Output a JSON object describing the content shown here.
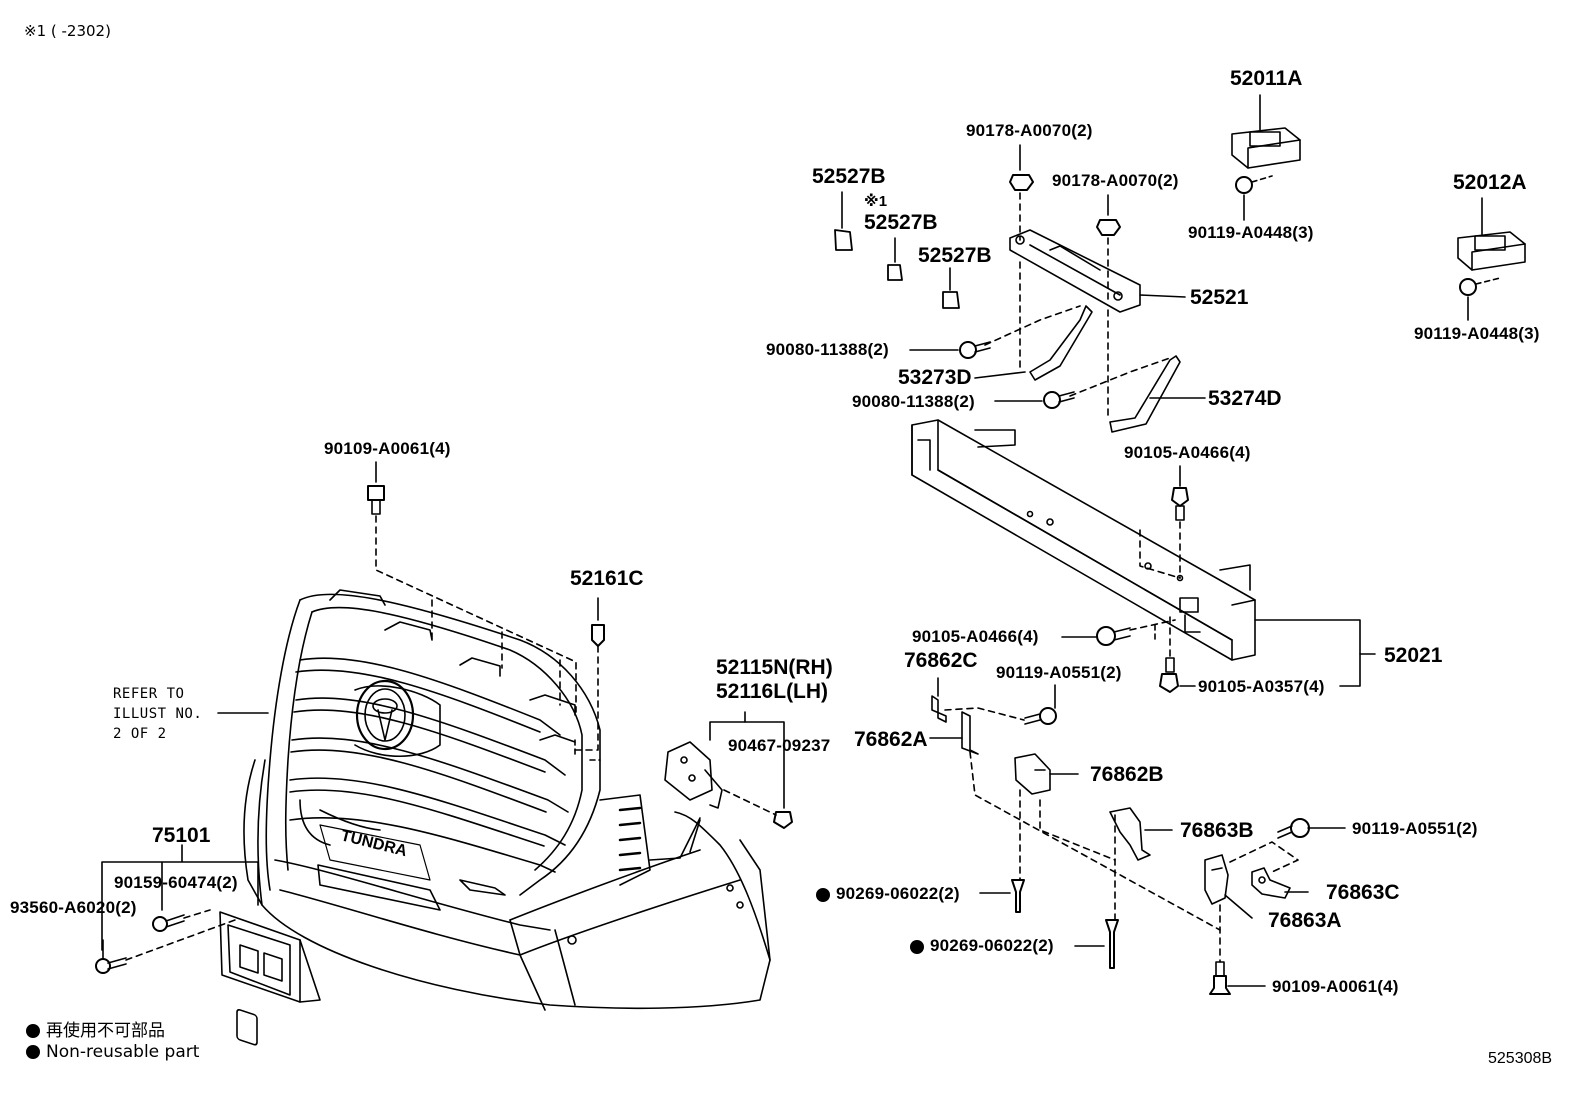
{
  "header_note": "※1 (      -2302)",
  "figure_id": "525308B",
  "legend": {
    "jp": "再使用不可部品",
    "en": "Non-reusable part"
  },
  "refer_note": [
    "REFER TO",
    "ILLUST NO.",
    "2 OF 2"
  ],
  "parts": {
    "p52011A": "52011A",
    "p52012A": "52012A",
    "p90119_A0448_a": "90119-A0448(3)",
    "p90119_A0448_b": "90119-A0448(3)",
    "p90178_a": "90178-A0070(2)",
    "p90178_b": "90178-A0070(2)",
    "p52527B_a": "52527B",
    "p52527B_note": "※1",
    "p52527B_b": "52527B",
    "p52527B_c": "52527B",
    "p52521": "52521",
    "p90080_a": "90080-11388(2)",
    "p53273D": "53273D",
    "p90080_b": "90080-11388(2)",
    "p53274D": "53274D",
    "p90109_top": "90109-A0061(4)",
    "p90105_top": "90105-A0466(4)",
    "p52161C": "52161C",
    "p52115N": "52115N(RH)",
    "p52116L": "52116L(LH)",
    "p90467": "90467-09237",
    "p90105_mid": "90105-A0466(4)",
    "p52021": "52021",
    "p76862C": "76862C",
    "p90119_A0551_a": "90119-A0551(2)",
    "p90105_A0357": "90105-A0357(4)",
    "p76862A": "76862A",
    "p76862B": "76862B",
    "p75101": "75101",
    "p90159": "90159-60474(2)",
    "p93560": "93560-A6020(2)",
    "p76863B": "76863B",
    "p90119_A0551_b": "90119-A0551(2)",
    "p90269_a": "90269-06022(2)",
    "p76863C": "76863C",
    "p76863A": "76863A",
    "p90269_b": "90269-06022(2)",
    "p90109_bot": "90109-A0061(4)"
  }
}
